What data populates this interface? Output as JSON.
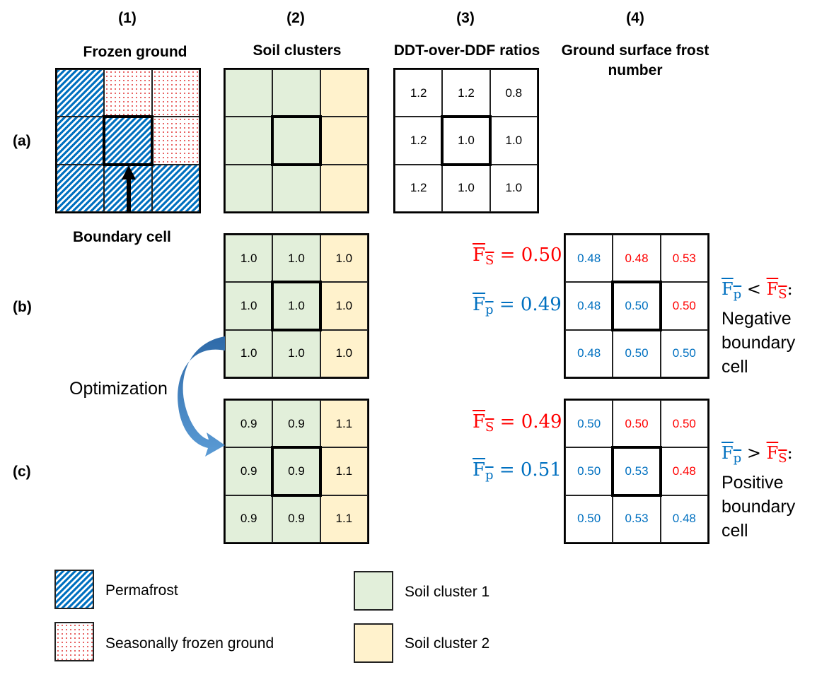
{
  "columns": [
    {
      "number": "(1)",
      "title": "Frozen ground"
    },
    {
      "number": "(2)",
      "title": "Soil clusters"
    },
    {
      "number": "(3)",
      "title": "DDT-over-DDF ratios"
    },
    {
      "number": "(4)",
      "title": "Ground surface frost number"
    }
  ],
  "rows": {
    "a": "(a)",
    "b": "(b)",
    "c": "(c)"
  },
  "frozen_ground_grid": [
    [
      "permafrost",
      "seasonal",
      "seasonal"
    ],
    [
      "permafrost",
      "permafrost",
      "seasonal"
    ],
    [
      "permafrost",
      "permafrost",
      "permafrost"
    ]
  ],
  "soil_cluster_grid": [
    [
      1,
      1,
      2
    ],
    [
      1,
      1,
      2
    ],
    [
      1,
      1,
      2
    ]
  ],
  "boundary_cell_label": "Boundary cell",
  "ratios_a": [
    [
      "1.2",
      "1.2",
      "0.8"
    ],
    [
      "1.2",
      "1.0",
      "1.0"
    ],
    [
      "1.2",
      "1.0",
      "1.0"
    ]
  ],
  "ratios_b": [
    [
      "1.0",
      "1.0",
      "1.0"
    ],
    [
      "1.0",
      "1.0",
      "1.0"
    ],
    [
      "1.0",
      "1.0",
      "1.0"
    ]
  ],
  "ratios_c": [
    [
      "0.9",
      "0.9",
      "1.1"
    ],
    [
      "0.9",
      "0.9",
      "1.1"
    ],
    [
      "0.9",
      "0.9",
      "1.1"
    ]
  ],
  "optimization_label": "Optimization",
  "frost_b": {
    "values": [
      [
        "0.48",
        "0.48",
        "0.53"
      ],
      [
        "0.48",
        "0.50",
        "0.50"
      ],
      [
        "0.48",
        "0.50",
        "0.50"
      ]
    ],
    "types": [
      [
        "p",
        "s",
        "s"
      ],
      [
        "p",
        "p",
        "s"
      ],
      [
        "p",
        "p",
        "p"
      ]
    ],
    "fs_label": "F",
    "fs_sub": "S",
    "fs_value": "= 0.50",
    "fp_label": "F",
    "fp_sub": "p",
    "fp_value": "= 0.49",
    "comparison": "<",
    "result_lines": [
      "Negative",
      "boundary",
      "cell"
    ]
  },
  "frost_c": {
    "values": [
      [
        "0.50",
        "0.50",
        "0.50"
      ],
      [
        "0.50",
        "0.53",
        "0.48"
      ],
      [
        "0.50",
        "0.53",
        "0.48"
      ]
    ],
    "types": [
      [
        "p",
        "s",
        "s"
      ],
      [
        "p",
        "p",
        "s"
      ],
      [
        "p",
        "p",
        "p"
      ]
    ],
    "fs_label": "F",
    "fs_sub": "S",
    "fs_value": "= 0.49",
    "fp_label": "F",
    "fp_sub": "p",
    "fp_value": "= 0.51",
    "comparison": ">",
    "result_lines": [
      "Positive",
      "boundary",
      "cell"
    ]
  },
  "legend": {
    "permafrost": "Permafrost",
    "seasonal": "Seasonally frozen ground",
    "cluster1": "Soil cluster 1",
    "cluster2": "Soil cluster 2"
  },
  "colors": {
    "permafrost_blue": "#0070c0",
    "seasonal_red": "#ff0000",
    "cluster1": "#e2efda",
    "cluster2": "#fff2cc"
  }
}
